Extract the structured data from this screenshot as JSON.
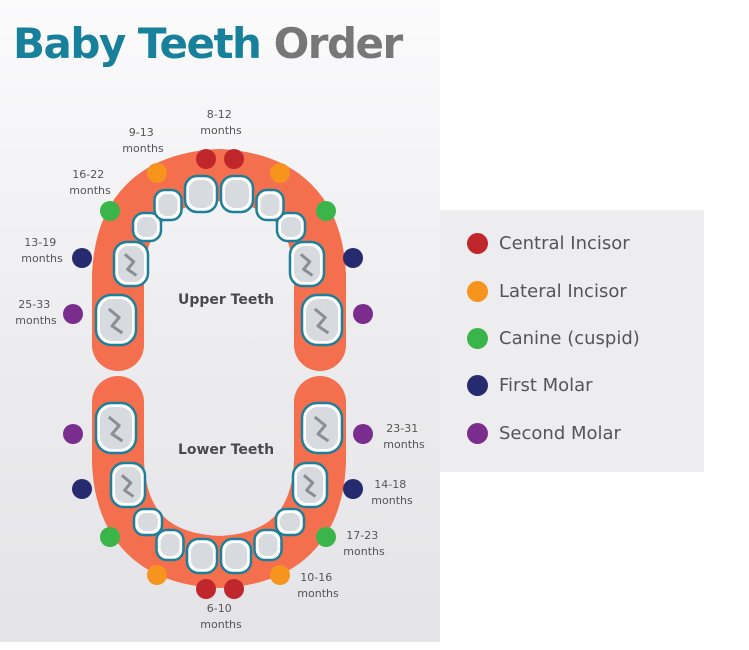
{
  "title": {
    "part1": "Baby Teeth",
    "part2": "Order"
  },
  "colors": {
    "title_teal": "#17819c",
    "title_gray": "#777777",
    "gum": "#f36f4d",
    "tooth_outline": "#1f7f99",
    "central_incisor": "#c0272d",
    "lateral_incisor": "#f7941d",
    "canine": "#3ab54a",
    "first_molar": "#262a6e",
    "second_molar": "#7b2d8e"
  },
  "jaws": {
    "upper": "Upper Teeth",
    "lower": "Lower Teeth"
  },
  "upper_labels": [
    {
      "range": "8-12",
      "unit": "months"
    },
    {
      "range": "9-13",
      "unit": "months"
    },
    {
      "range": "16-22",
      "unit": "months"
    },
    {
      "range": "13-19",
      "unit": "months"
    },
    {
      "range": "25-33",
      "unit": "months"
    }
  ],
  "lower_labels": [
    {
      "range": "23-31",
      "unit": "months"
    },
    {
      "range": "14-18",
      "unit": "months"
    },
    {
      "range": "17-23",
      "unit": "months"
    },
    {
      "range": "10-16",
      "unit": "months"
    },
    {
      "range": "6-10",
      "unit": "months"
    }
  ],
  "legend": [
    {
      "label": "Central Incisor",
      "color": "#c0272d"
    },
    {
      "label": "Lateral Incisor",
      "color": "#f7941d"
    },
    {
      "label": "Canine (cuspid)",
      "color": "#3ab54a"
    },
    {
      "label": "First Molar",
      "color": "#262a6e"
    },
    {
      "label": "Second Molar",
      "color": "#7b2d8e"
    }
  ]
}
